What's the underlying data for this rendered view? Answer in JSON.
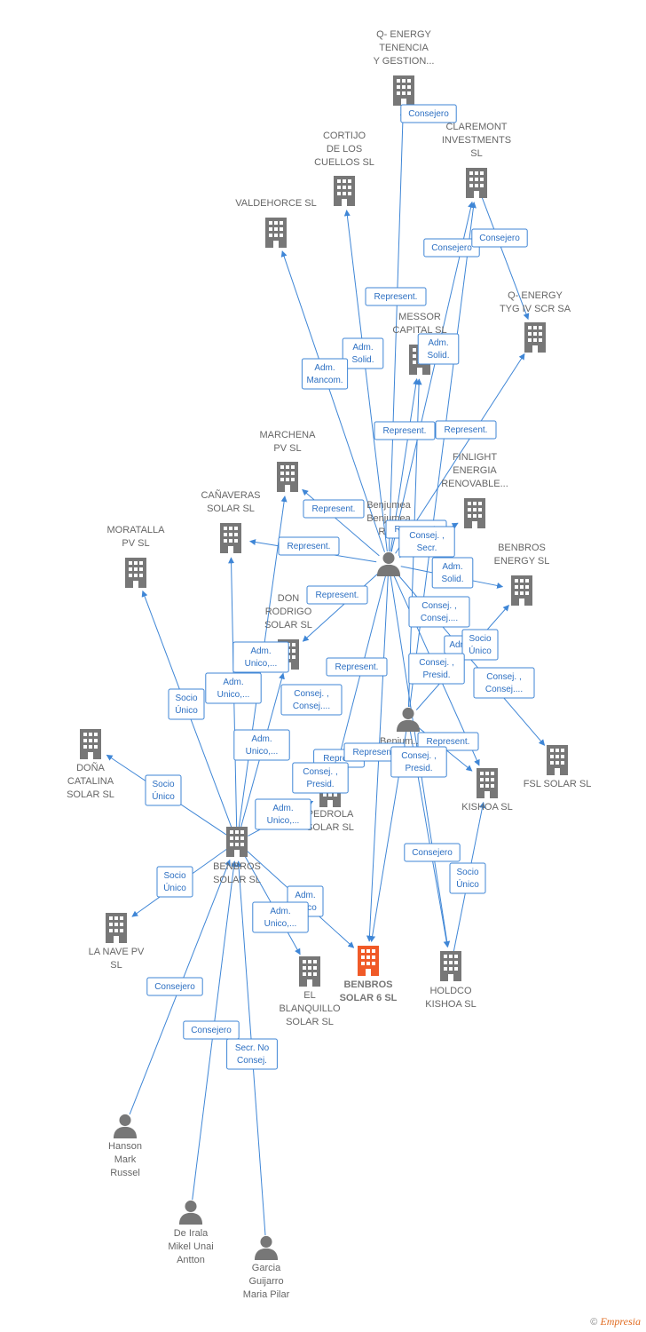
{
  "colors": {
    "edge": "#3f86d6",
    "building": "#777777",
    "building_main": "#f05a28",
    "person": "#777777"
  },
  "footer": {
    "copyright": "©",
    "brand": "Empresia"
  },
  "nodes": [
    {
      "id": "qenergy_tenencia",
      "type": "building",
      "label": [
        "Q- ENERGY",
        "TENENCIA",
        "Y GESTION..."
      ]
    },
    {
      "id": "claremont",
      "type": "building",
      "label": [
        "CLAREMONT",
        "INVESTMENTS",
        "SL"
      ]
    },
    {
      "id": "cortijo",
      "type": "building",
      "label": [
        "CORTIJO",
        "DE LOS",
        "CUELLOS SL"
      ]
    },
    {
      "id": "valdehorce",
      "type": "building",
      "label": [
        "VALDEHORCE SL"
      ]
    },
    {
      "id": "qenergy_tyg",
      "type": "building",
      "label": [
        "Q- ENERGY",
        "TYG IV SCR SA"
      ]
    },
    {
      "id": "messor",
      "type": "building",
      "label": [
        "MESSOR",
        "CAPITAL SL"
      ]
    },
    {
      "id": "marchena",
      "type": "building",
      "label": [
        "MARCHENA",
        "PV SL"
      ]
    },
    {
      "id": "finlight",
      "type": "building",
      "label": [
        "FINLIGHT",
        "ENERGIA",
        "RENOVABLE..."
      ]
    },
    {
      "id": "canaveras",
      "type": "building",
      "label": [
        "CAÑAVERAS",
        "SOLAR SL"
      ]
    },
    {
      "id": "moratalla",
      "type": "building",
      "label": [
        "MORATALLA",
        "PV SL"
      ]
    },
    {
      "id": "benbros_energy",
      "type": "building",
      "label": [
        "BENBROS",
        "ENERGY SL"
      ]
    },
    {
      "id": "benjumea1",
      "type": "person",
      "label": [
        "Benjumea",
        "Benjumea",
        "Ra..."
      ]
    },
    {
      "id": "don_rodrigo",
      "type": "building",
      "label": [
        "DON",
        "RODRIGO",
        "SOLAR SL"
      ]
    },
    {
      "id": "benjumea2",
      "type": "person",
      "label": [
        "Benjum..."
      ]
    },
    {
      "id": "fsl_solar",
      "type": "building",
      "label": [
        "FSL SOLAR SL"
      ]
    },
    {
      "id": "dona_catalina",
      "type": "building",
      "label": [
        "DOÑA",
        "CATALINA",
        "SOLAR SL"
      ]
    },
    {
      "id": "kishoa",
      "type": "building",
      "label": [
        "KISHOA SL"
      ]
    },
    {
      "id": "pedrola",
      "type": "building",
      "label": [
        "PEDROLA",
        "SOLAR SL"
      ]
    },
    {
      "id": "benbros_solar",
      "type": "building",
      "label": [
        "BENBROS",
        "SOLAR SL"
      ]
    },
    {
      "id": "la_nave",
      "type": "building",
      "label": [
        "LA NAVE PV",
        "SL"
      ]
    },
    {
      "id": "el_blanquillo",
      "type": "building",
      "label": [
        "EL",
        "BLANQUILLO",
        "SOLAR SL"
      ]
    },
    {
      "id": "benbros_solar6",
      "type": "building_main",
      "label": [
        "BENBROS",
        "SOLAR 6 SL"
      ]
    },
    {
      "id": "holdco",
      "type": "building",
      "label": [
        "HOLDCO",
        "KISHOA SL"
      ]
    },
    {
      "id": "hanson",
      "type": "person",
      "label": [
        "Hanson",
        "Mark",
        "Russel"
      ]
    },
    {
      "id": "de_irala",
      "type": "person",
      "label": [
        "De Irala",
        "Mikel Unai",
        "Antton"
      ]
    },
    {
      "id": "garcia",
      "type": "person",
      "label": [
        "Garcia",
        "Guijarro",
        "Maria Pilar"
      ]
    }
  ],
  "edge_labels": [
    [
      "Consejero"
    ],
    [
      "Consejero"
    ],
    [
      "Consejero"
    ],
    [
      "Represent."
    ],
    [
      "Adm.",
      "Solid."
    ],
    [
      "Adm.",
      "Solid."
    ],
    [
      "Adm.",
      "Mancom."
    ],
    [
      "Represent."
    ],
    [
      "Represent."
    ],
    [
      "Represent."
    ],
    [
      "Represent."
    ],
    [
      "Represent."
    ],
    [
      "Consej. ,",
      "Secr."
    ],
    [
      "Adm.",
      "Solid."
    ],
    [
      "Represent."
    ],
    [
      "Consej. ,",
      "Consej...."
    ],
    [
      "Adm.",
      "Unico,..."
    ],
    [
      "Adm."
    ],
    [
      "Socio",
      "Único"
    ],
    [
      "Adm.",
      "Unico,..."
    ],
    [
      "Represent."
    ],
    [
      "Consej. ,",
      "Presid."
    ],
    [
      "Consej. ,",
      "Consej...."
    ],
    [
      "Socio",
      "Único"
    ],
    [
      "Consej. ,",
      "Consej...."
    ],
    [
      "Adm.",
      "Unico,..."
    ],
    [
      "Represent."
    ],
    [
      "Repre..."
    ],
    [
      "Represent."
    ],
    [
      "Consej. ,",
      "Presid."
    ],
    [
      "Consej. ,",
      "Presid."
    ],
    [
      "Socio",
      "Único"
    ],
    [
      "Adm.",
      "Unico,..."
    ],
    [
      "Consejero"
    ],
    [
      "Socio",
      "Único"
    ],
    [
      "Socio",
      "Único"
    ],
    [
      "Adm.",
      "Unico"
    ],
    [
      "Adm.",
      "Unico,..."
    ],
    [
      "Consejero"
    ],
    [
      "Consejero"
    ],
    [
      "Secr. No",
      "Consej."
    ]
  ]
}
